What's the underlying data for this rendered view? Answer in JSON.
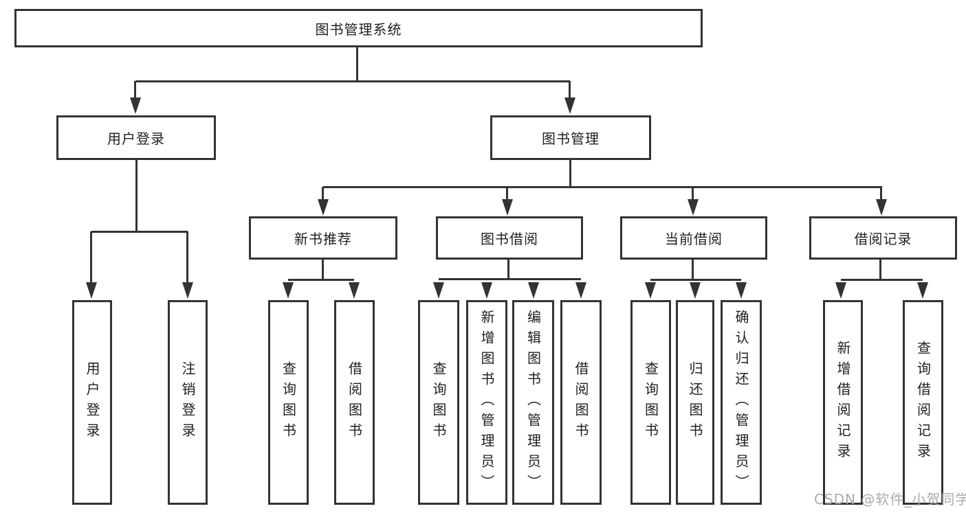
{
  "diagram": {
    "type": "hierarchy-tree",
    "colors": {
      "line": "#333333",
      "box_border": "#333333",
      "box_fill": "#ffffff",
      "text": "#1f1f1f",
      "background": "#ffffff",
      "watermark": "#a6a6a6"
    },
    "tree": {
      "label": "图书管理系统",
      "children": [
        {
          "label": "用户登录",
          "children": [
            {
              "label": "用户登录"
            },
            {
              "label": "注销登录"
            }
          ]
        },
        {
          "label": "图书管理",
          "children": [
            {
              "label": "新书推荐",
              "children": [
                {
                  "label": "查询图书"
                },
                {
                  "label": "借阅图书"
                }
              ]
            },
            {
              "label": "图书借阅",
              "children": [
                {
                  "label": "查询图书"
                },
                {
                  "label": "新增图书（管理员）"
                },
                {
                  "label": "编辑图书（管理员）"
                },
                {
                  "label": "借阅图书"
                }
              ]
            },
            {
              "label": "当前借阅",
              "children": [
                {
                  "label": "查询图书"
                },
                {
                  "label": "归还图书"
                },
                {
                  "label": "确认归还（管理员）"
                }
              ]
            },
            {
              "label": "借阅记录",
              "children": [
                {
                  "label": "新增借阅记录"
                },
                {
                  "label": "查询借阅记录"
                }
              ]
            }
          ]
        }
      ]
    },
    "watermark": {
      "text": "CSDN @软件_小贺同学"
    }
  }
}
